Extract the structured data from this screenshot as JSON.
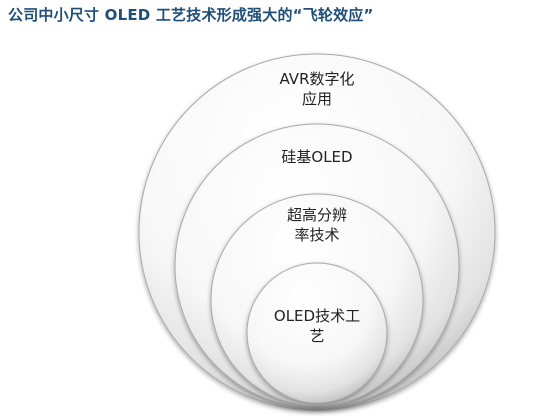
{
  "title": "公司中小尺寸 OLED 工艺技术形成强大的“飞轮效应”",
  "circles": [
    {
      "lines": [
        "AVR数字化",
        "应用"
      ]
    },
    {
      "lines": [
        "硅基OLED"
      ]
    },
    {
      "lines": [
        "超高分辨",
        "率技术"
      ]
    },
    {
      "lines": [
        "OLED技术工",
        "艺"
      ]
    }
  ]
}
